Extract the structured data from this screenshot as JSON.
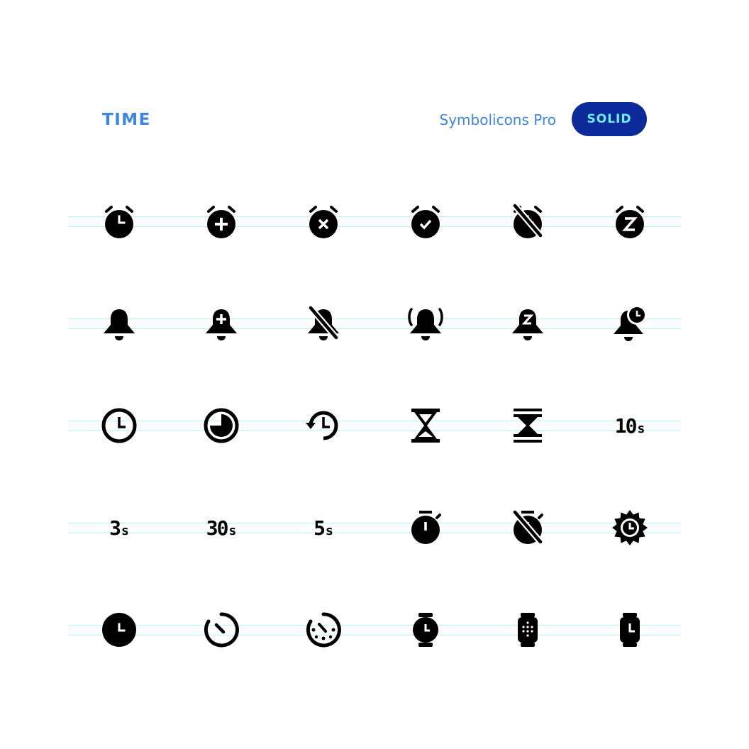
{
  "header": {
    "title": "TIME",
    "brand": "Symbolicons Pro",
    "style_badge": "SOLID"
  },
  "colors": {
    "title": "#3d86e5",
    "brand": "#3d86e5",
    "badge_bg": "#0c2a99",
    "badge_text": "#6ef0ff",
    "guide": "#b9f3ee",
    "icon": "#000000",
    "background": "#ffffff"
  },
  "icons": [
    [
      "alarm-clock",
      "alarm-clock-plus",
      "alarm-clock-x",
      "alarm-clock-check",
      "alarm-clock-off",
      "alarm-clock-snooze"
    ],
    [
      "bell",
      "bell-plus",
      "bell-off",
      "bell-ringing",
      "bell-snooze",
      "bell-clock"
    ],
    [
      "clock",
      "clock-pie",
      "history",
      "hourglass-half",
      "hourglass",
      {
        "value": "10",
        "unit": "s"
      }
    ],
    [
      {
        "value": "3",
        "unit": "s"
      },
      {
        "value": "30",
        "unit": "s"
      },
      {
        "value": "5",
        "unit": "s"
      },
      "stopwatch",
      "stopwatch-off",
      "clock-badge"
    ],
    [
      "clock-solid",
      "timer",
      "timer-dots",
      "watch",
      "watch-dots",
      "watch-square"
    ]
  ]
}
